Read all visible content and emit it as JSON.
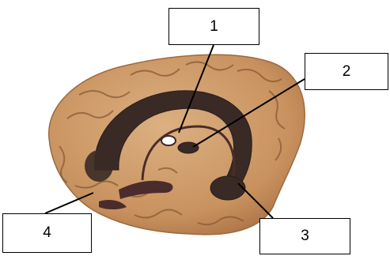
{
  "labels": [
    {
      "id": "1",
      "text": "1"
    },
    {
      "id": "2",
      "text": "2"
    },
    {
      "id": "3",
      "text": "3"
    },
    {
      "id": "4",
      "text": "4"
    }
  ],
  "colors": {
    "cortex": "#c8925f",
    "cortex_highlight": "#dcb081",
    "gyrus_shadow": "#8a5a34",
    "limbic_structure": "#3a2a26",
    "limbic_highlight": "#5a3f39",
    "leader_line": "#000000",
    "box_border": "#000000"
  }
}
